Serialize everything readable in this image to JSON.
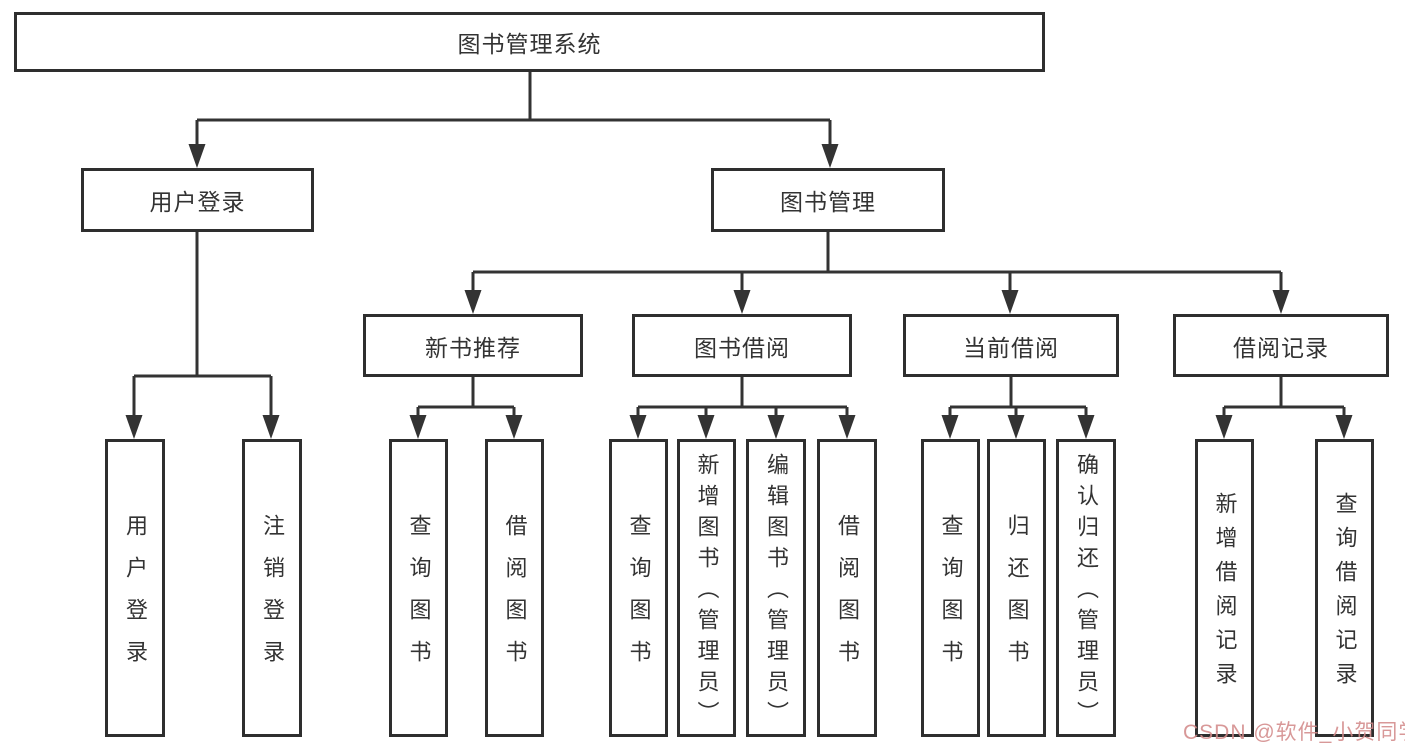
{
  "tree": {
    "label": "图书管理系统",
    "children": [
      {
        "label": "用户登录",
        "children": [
          {
            "label": "用户登录"
          },
          {
            "label": "注销登录"
          }
        ]
      },
      {
        "label": "图书管理",
        "children": [
          {
            "label": "新书推荐",
            "children": [
              {
                "label": "查询图书"
              },
              {
                "label": "借阅图书"
              }
            ]
          },
          {
            "label": "图书借阅",
            "children": [
              {
                "label": "查询图书"
              },
              {
                "label": "新增图书（管理员）"
              },
              {
                "label": "编辑图书（管理员）"
              },
              {
                "label": "借阅图书"
              }
            ]
          },
          {
            "label": "当前借阅",
            "children": [
              {
                "label": "查询图书"
              },
              {
                "label": "归还图书"
              },
              {
                "label": "确认归还（管理员）"
              }
            ]
          },
          {
            "label": "借阅记录",
            "children": [
              {
                "label": "新增借阅记录"
              },
              {
                "label": "查询借阅记录"
              }
            ]
          }
        ]
      }
    ]
  },
  "colors": {
    "line": "#333333",
    "box_border": "#2e2e2e",
    "text": "#333333",
    "background": "#ffffff",
    "watermark": "#d38a8a"
  },
  "watermark": {
    "text": "CSDN @软件_小贺同学"
  }
}
